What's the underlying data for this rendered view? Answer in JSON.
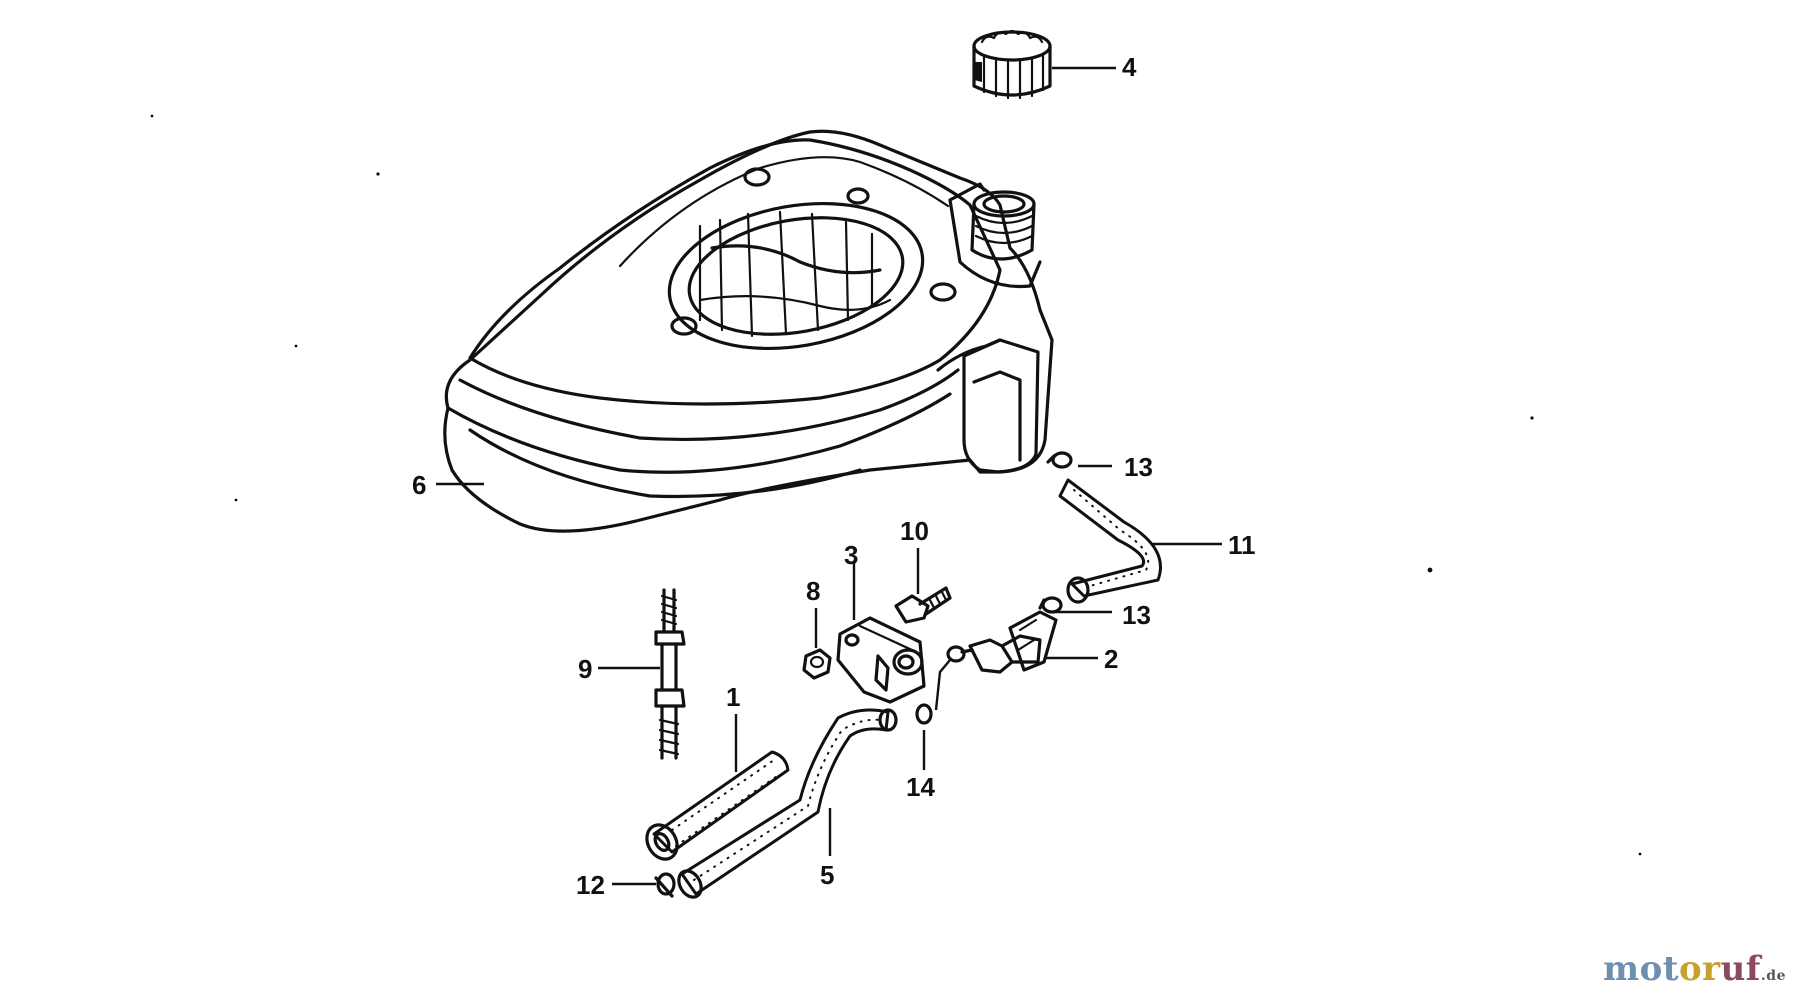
{
  "callouts": [
    {
      "id": "1",
      "text": "1"
    },
    {
      "id": "2",
      "text": "2"
    },
    {
      "id": "3",
      "text": "3"
    },
    {
      "id": "4",
      "text": "4"
    },
    {
      "id": "5",
      "text": "5"
    },
    {
      "id": "6",
      "text": "6"
    },
    {
      "id": "8",
      "text": "8"
    },
    {
      "id": "9",
      "text": "9"
    },
    {
      "id": "10",
      "text": "10"
    },
    {
      "id": "11",
      "text": "11"
    },
    {
      "id": "12",
      "text": "12"
    },
    {
      "id": "13a",
      "text": "13"
    },
    {
      "id": "13b",
      "text": "13"
    },
    {
      "id": "14",
      "text": "14"
    }
  ],
  "watermark": {
    "part1": "mot",
    "part2": "or",
    "part3": "uf",
    "tld": ".de"
  },
  "colors": {
    "line": "#111111",
    "background": "#ffffff",
    "watermark_blue": "#6f8fb0",
    "watermark_gold": "#c8a030",
    "watermark_plum": "#8a4a60"
  }
}
